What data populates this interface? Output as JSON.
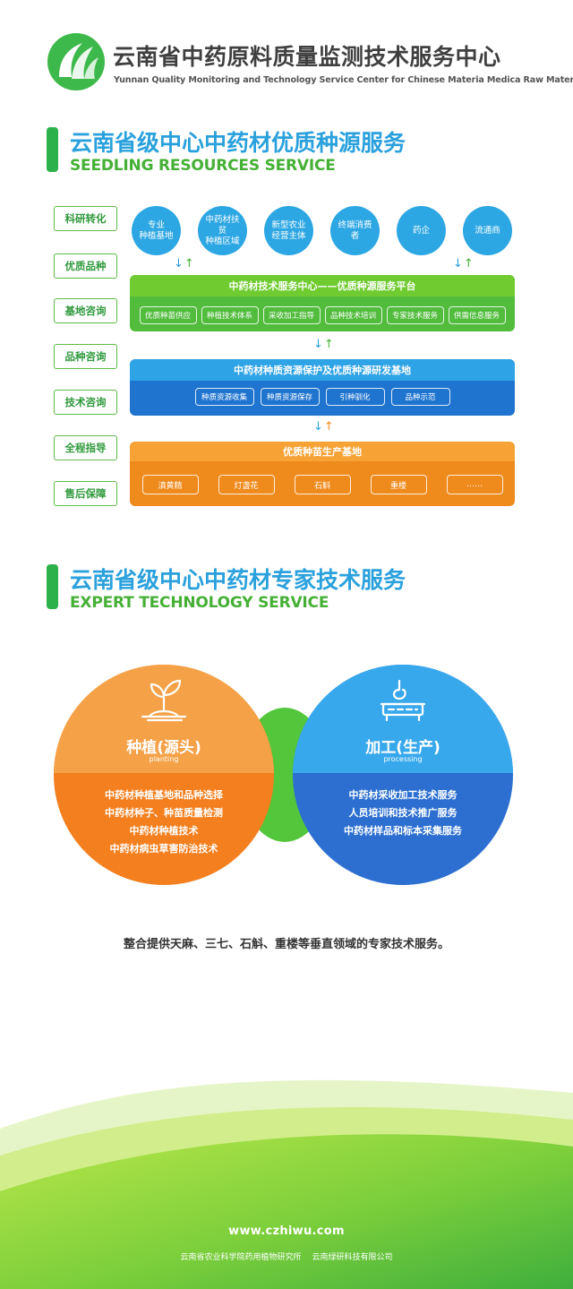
{
  "header": {
    "org_name": "云南省中药原料质量监测技术服务中心",
    "org_name_en": "Yunnan Quality Monitoring and Technology Service Center for Chinese  Materia Medica Raw Materials"
  },
  "section1": {
    "title_zh": "云南省级中心中药材优质种源服务",
    "title_en": "SEEDLING RESOURCES SERVICE",
    "tags": [
      "科研转化",
      "优质品种",
      "基地咨询",
      "品种咨询",
      "技术咨询",
      "全程指导",
      "售后保障"
    ],
    "clients": [
      {
        "line1": "专业",
        "line2": "种植基地"
      },
      {
        "line1": "中药材扶贫",
        "line2": "种植区域"
      },
      {
        "line1": "新型农业",
        "line2": "经营主体"
      },
      {
        "line1": "终端消费者",
        "line2": ""
      },
      {
        "line1": "药企",
        "line2": ""
      },
      {
        "line1": "流通商",
        "line2": ""
      }
    ],
    "platform": {
      "title": "中药材技术服务中心——优质种源服务平台",
      "items": [
        "优质种苗供应",
        "种植技术体系",
        "采收加工指导",
        "品种技术培训",
        "专家技术服务",
        "供需信息服务"
      ]
    },
    "base": {
      "title": "中药材种质资源保护及优质种源研发基地",
      "items": [
        "种质资源收集",
        "种质资源保存",
        "引种驯化",
        "品种示范"
      ]
    },
    "production": {
      "title": "优质种苗生产基地",
      "items": [
        "滇黄精",
        "灯盏花",
        "石斛",
        "重楼",
        "……"
      ]
    },
    "arrow_down": "↓",
    "arrow_up": "↑"
  },
  "section2": {
    "title_zh": "云南省级中心中药材专家技术服务",
    "title_en": "EXPERT TECHNOLOGY SERVICE",
    "planting": {
      "title": "种植(源头)",
      "subtitle": "planting",
      "items": [
        "中药材种植基地和品种选择",
        "中药材种子、种苗质量检测",
        "中药材种植技术",
        "中药材病虫草害防治技术"
      ]
    },
    "processing": {
      "title": "加工(生产)",
      "subtitle": "processing",
      "items": [
        "中药材采收加工技术服务",
        "人员培训和技术推广服务",
        "中药材样品和标本采集服务"
      ]
    },
    "summary": "整合提供天麻、三七、石斛、重楼等垂直领域的专家技术服务。"
  },
  "footer": {
    "url": "www.czhiwu.com",
    "orgs": [
      "云南省农业科学院药用植物研究所",
      "云南绿研科技有限公司"
    ]
  },
  "colors": {
    "green": "#52bc3d",
    "blue": "#2aa1dc",
    "dark_blue": "#1f74cf",
    "orange": "#ef8a1c"
  }
}
